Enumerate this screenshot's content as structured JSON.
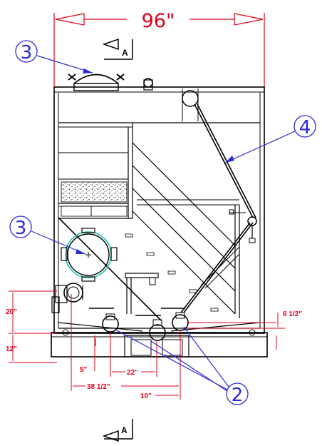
{
  "drawing": {
    "overall_width": "96\"",
    "section_marker": "A",
    "callouts": [
      "3",
      "3",
      "4",
      "2"
    ],
    "dimensions": {
      "left_upper": "20\"",
      "left_lower": "12\"",
      "bottom_5": "5\"",
      "bottom_22": "22\"",
      "bottom_38": "38 1/2\"",
      "bottom_10": "10\"",
      "right_6": "6 1/2\""
    }
  }
}
